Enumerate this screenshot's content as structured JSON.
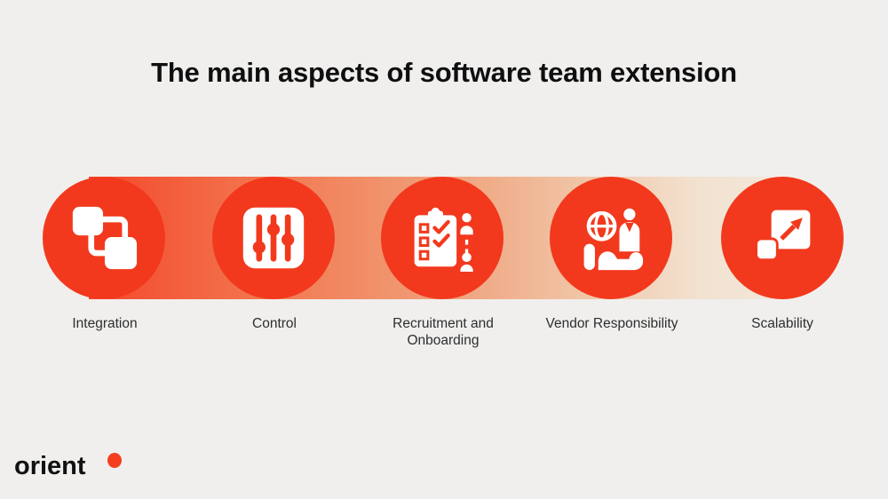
{
  "title": "The main aspects of software team extension",
  "colors": {
    "background": "#f0efee",
    "circle": "#f2391d",
    "band_start": "#f4472a",
    "band_end": "#f2e7da",
    "text": "#0f0f0f",
    "label": "#2e2e2e",
    "icon": "#ffffff",
    "logo_dot": "#f43e20"
  },
  "aspects": [
    {
      "label": "Integration",
      "icon": "integration-overlapping-squares-icon"
    },
    {
      "label": "Control",
      "icon": "control-sliders-icon"
    },
    {
      "label": "Recruitment and Onboarding",
      "icon": "recruitment-checklist-icon"
    },
    {
      "label": "Vendor Responsibility",
      "icon": "vendor-globe-in-hand-icon"
    },
    {
      "label": "Scalability",
      "icon": "scalability-expand-arrow-icon"
    }
  ],
  "logo": {
    "text": "orient"
  }
}
